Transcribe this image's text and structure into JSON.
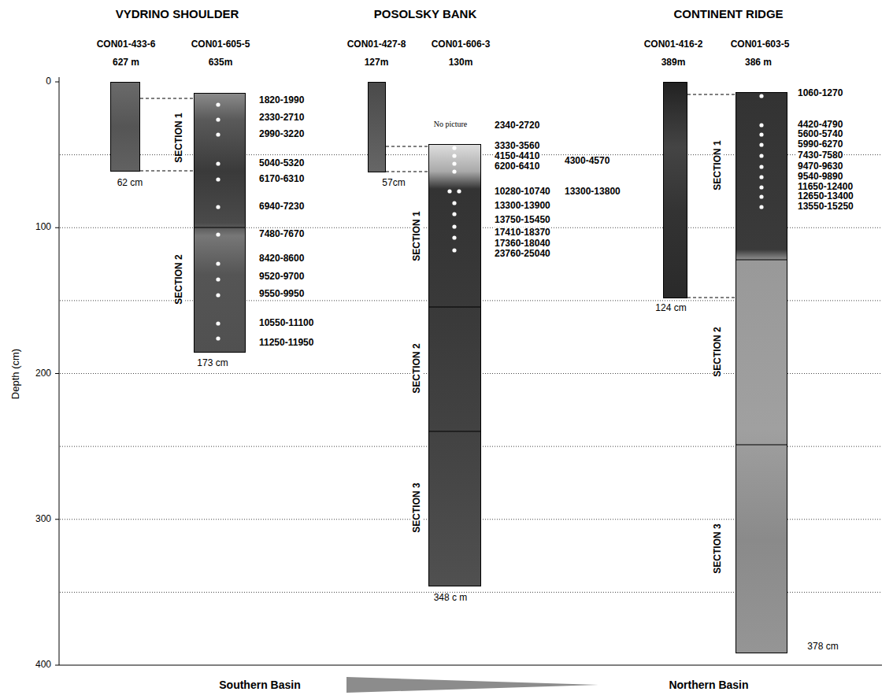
{
  "diagram": {
    "nodes": [
      {
        "text": [
          "CON01-433-6",
          "627 m",
          "62 cm"
        ]
      },
      {
        "text": [
          "CON01-605-5",
          "635m",
          "173 cm"
        ]
      },
      {
        "text": [
          "CON01-427-8",
          "127m",
          "57cm"
        ]
      },
      {
        "text": [
          "CON01-606-3",
          "130m",
          "348 c m"
        ]
      },
      {
        "text": [
          "CON01-416-2",
          "389m",
          "124 cm"
        ]
      },
      {
        "text": [
          "CON01-603-5",
          "386 m",
          "378 cm"
        ]
      }
    ],
    "edges": [
      {
        "from": 0,
        "to": 1,
        "arrow": "none"
      },
      {
        "from": 0,
        "to": 1,
        "arrow": "none"
      },
      {
        "from": 2,
        "to": 3,
        "arrow": "none"
      },
      {
        "from": 2,
        "to": 3,
        "arrow": "none"
      },
      {
        "from": 4,
        "to": 5,
        "arrow": "none"
      },
      {
        "from": 4,
        "to": 5,
        "arrow": "none"
      }
    ],
    "labels": [
      "VYDRINO SHOULDER",
      "POSOLSKY BANK",
      "CONTINENT RIDGE",
      "Depth (cm)",
      "0",
      "100",
      "200",
      "300",
      "400",
      "SECTION 1",
      "SECTION 2",
      "1820-1990",
      "2330-2710",
      "2990-3220",
      "5040-5320",
      "6170-6310",
      "6940-7230",
      "7480-7670",
      "8420-8600",
      "9520-9700",
      "9550-9950",
      "10550-11100",
      "11250-11950",
      "No picture",
      "SECTION 1",
      "SECTION 2",
      "SECTION 3",
      "2340-2720",
      "3330-3560",
      "4150-4410",
      "4300-4570",
      "6200-6410",
      "10280-10740",
      "13300-13800",
      "13300-13900",
      "13750-15450",
      "17410-18370",
      "17360-18040",
      "23760-25040",
      "SECTION 1",
      "SECTION 2",
      "SECTION 3",
      "1060-1270",
      "4420-4790",
      "5600-5740",
      "5990-6270",
      "7430-7580",
      "9470-9630",
      "9540-9890",
      "11650-12400",
      "12650-13400",
      "13550-15250",
      "Southern Basin",
      "Northern Basin"
    ]
  }
}
